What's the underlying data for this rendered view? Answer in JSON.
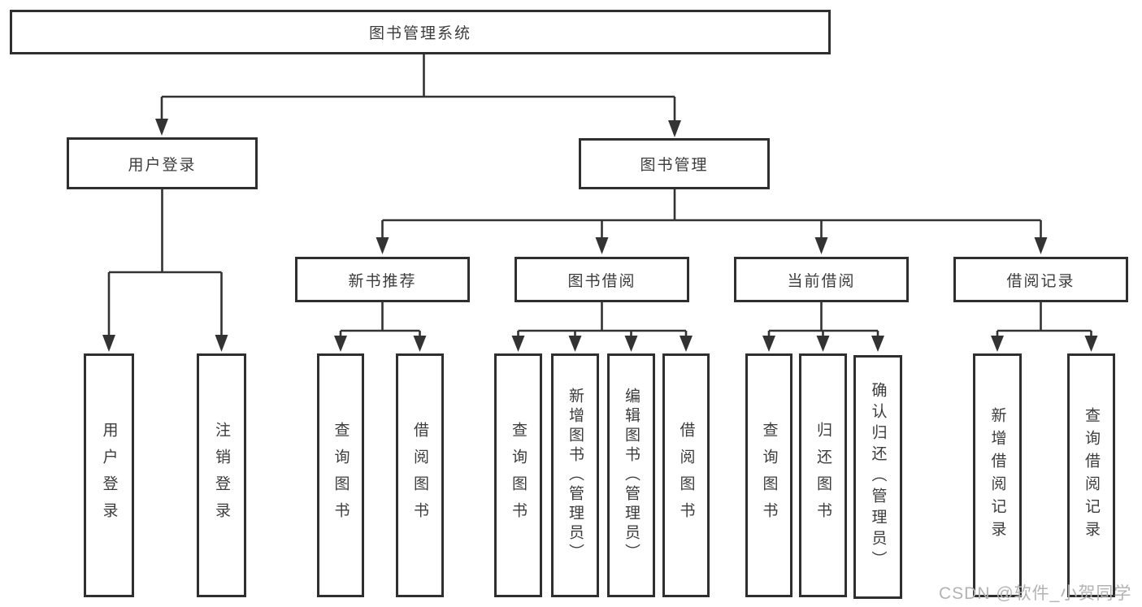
{
  "tree": {
    "root": {
      "label": "图书管理系统"
    },
    "branches": [
      {
        "label": "用户登录",
        "children": [
          {
            "label": "用户登录"
          },
          {
            "label": "注销登录"
          }
        ]
      },
      {
        "label": "图书管理",
        "children": [
          {
            "label": "新书推荐",
            "children": [
              {
                "label": "查询图书"
              },
              {
                "label": "借阅图书"
              }
            ]
          },
          {
            "label": "图书借阅",
            "children": [
              {
                "label": "查询图书"
              },
              {
                "label": "新增图书（管理员）"
              },
              {
                "label": "编辑图书（管理员）"
              },
              {
                "label": "借阅图书"
              }
            ]
          },
          {
            "label": "当前借阅",
            "children": [
              {
                "label": "查询图书"
              },
              {
                "label": "归还图书"
              },
              {
                "label": "确认归还（管理员）"
              }
            ]
          },
          {
            "label": "借阅记录",
            "children": [
              {
                "label": "新增借阅记录"
              },
              {
                "label": "查询借阅记录"
              }
            ]
          }
        ]
      }
    ]
  },
  "watermark": "CSDN @软件_小贺同学",
  "colors": {
    "line": "#333333",
    "border": "#2f2f2f",
    "fill": "#ffffff",
    "text": "#3c3c3c",
    "watermark": "#b3b3b3",
    "bg": "#ffffff"
  }
}
